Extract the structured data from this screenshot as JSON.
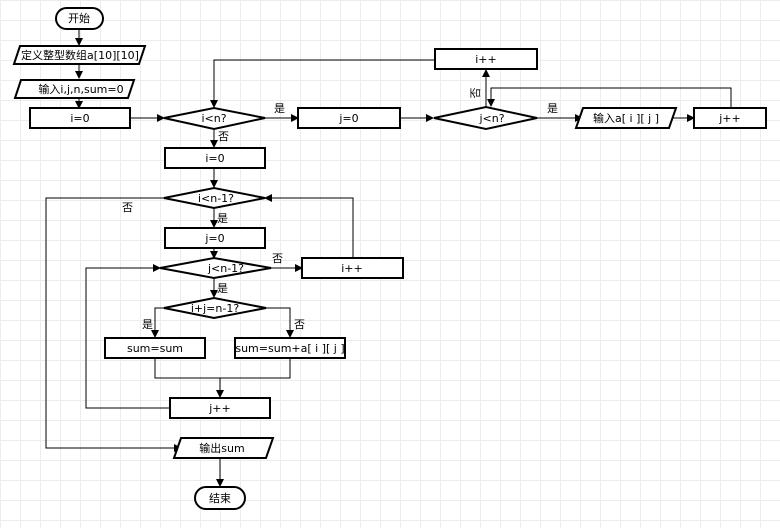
{
  "nodes": {
    "start": "开始",
    "define_array": "定义整型数组a[10][10]",
    "input_vars": "输入i,j,n,sum=0",
    "init_i": "i=0",
    "cond_i_lt_n": "i<n?",
    "init_j": "j=0",
    "cond_j_lt_n": "j<n?",
    "input_aij": "输入a[ i ][ j ]",
    "inc_j_top": "j++",
    "inc_i_top": "i++",
    "reset_i": "i=0",
    "cond_i_lt_n1": "i<n-1?",
    "reset_j": "j=0",
    "cond_j_lt_n1": "j<n-1?",
    "inc_i_mid": "i++",
    "cond_diag": "i+j=n-1?",
    "sum_keep": "sum=sum",
    "sum_add": "sum=sum+a[ i ][ j ]",
    "inc_j_bottom": "j++",
    "output_sum": "输出sum",
    "end": "结束"
  },
  "edge_labels": {
    "yes": "是",
    "no": "否"
  }
}
